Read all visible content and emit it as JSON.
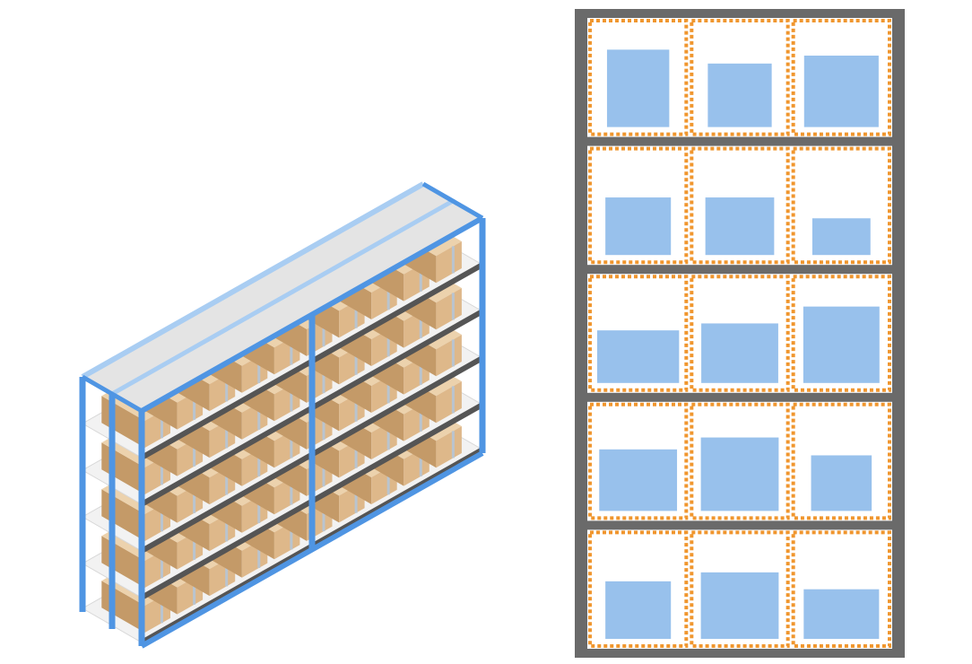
{
  "colors": {
    "frame_blue": "#4f95e3",
    "frame_blue_light": "#a9cdf2",
    "top_panel": "#e4e4e4",
    "shelf_panel": "#f2f2f2",
    "shelf_dark": "#555555",
    "box": "#deb88a",
    "box_dark": "#c49a68",
    "box_top": "#ecd2ad",
    "rack_gray": "#6a6a6a",
    "bin_orange": "#f0962e",
    "item_blue": "#98c1ec"
  },
  "front_view": {
    "shelf_levels": 5,
    "bins_per_level": 3,
    "items": [
      [
        {
          "w": 0.76,
          "h": 0.78
        },
        {
          "w": 0.78,
          "h": 0.64
        },
        {
          "w": 0.91,
          "h": 0.72
        }
      ],
      [
        {
          "w": 0.8,
          "h": 0.58
        },
        {
          "w": 0.84,
          "h": 0.58
        },
        {
          "w": 0.71,
          "h": 0.37
        }
      ],
      [
        {
          "w": 1.0,
          "h": 0.53
        },
        {
          "w": 0.94,
          "h": 0.6
        },
        {
          "w": 0.93,
          "h": 0.77
        }
      ],
      [
        {
          "w": 0.95,
          "h": 0.62
        },
        {
          "w": 0.95,
          "h": 0.74
        },
        {
          "w": 0.74,
          "h": 0.56
        }
      ],
      [
        {
          "w": 0.8,
          "h": 0.58
        },
        {
          "w": 0.95,
          "h": 0.67
        },
        {
          "w": 0.92,
          "h": 0.5
        }
      ]
    ]
  }
}
